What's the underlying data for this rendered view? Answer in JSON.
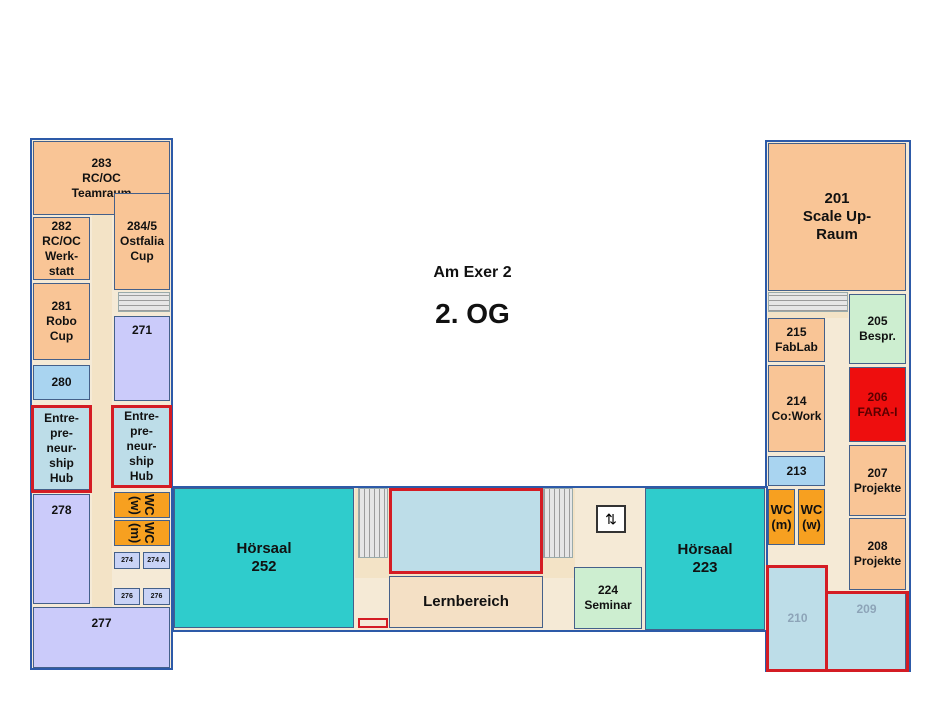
{
  "header": {
    "building": "Am Exer 2",
    "floor": "2. OG"
  },
  "rooms": {
    "r283": [
      "283",
      "RC/OC",
      "Teamraum"
    ],
    "r282": [
      "282",
      "RC/OC",
      "Werk-",
      "statt"
    ],
    "r284": [
      "284/5",
      "Ostfalia",
      "Cup"
    ],
    "r281": [
      "281",
      "Robo",
      "Cup"
    ],
    "r271": [
      "271"
    ],
    "r280": [
      "280"
    ],
    "r270": [
      "Entre-",
      "pre-",
      "neur-",
      "ship",
      "Hub"
    ],
    "r272": [
      "Entre-",
      "pre-",
      "neur-",
      "ship",
      "Hub"
    ],
    "r278": [
      "278"
    ],
    "wc_w_left": [
      "WC (w)"
    ],
    "wc_m_left": [
      "WC (m)"
    ],
    "r274": [
      "274"
    ],
    "r274a": [
      "274 A"
    ],
    "r276a": [
      "276"
    ],
    "r276b": [
      "276"
    ],
    "r277": [
      "277"
    ],
    "r252": [
      "Hörsaal",
      "252"
    ],
    "lernbereich": [
      "Lernbereich"
    ],
    "r224": [
      "224",
      "Seminar"
    ],
    "r223": [
      "Hörsaal",
      "223"
    ],
    "r201": [
      "201",
      "Scale Up-",
      "Raum"
    ],
    "r205": [
      "205",
      "Bespr."
    ],
    "r215": [
      "215",
      "FabLab"
    ],
    "r214": [
      "214",
      "Co:Work"
    ],
    "r206": [
      "206",
      "FARA-I"
    ],
    "r213": [
      "213"
    ],
    "r207": [
      "207",
      "Projekte"
    ],
    "wc_m_right": [
      "WC",
      "(m)"
    ],
    "wc_w_right": [
      "WC",
      "(w)"
    ],
    "r208": [
      "208",
      "Projekte"
    ],
    "r210": [
      "210"
    ],
    "r209": [
      "209"
    ]
  },
  "icons": {
    "elevator": "elevator-icon"
  },
  "colors": {
    "office": "#f9c596",
    "lab": "#cbcbfa",
    "lecture_hall": "#2fcccc",
    "restroom": "#f7a020",
    "highlight_frame": "#d41c24",
    "fara": "#ee0e0e"
  }
}
